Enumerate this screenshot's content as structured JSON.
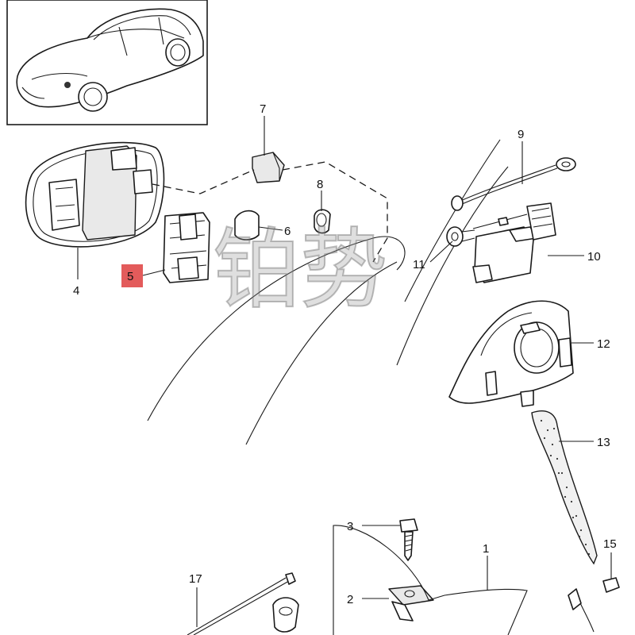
{
  "callouts": [
    {
      "id": "1",
      "label": "1"
    },
    {
      "id": "2",
      "label": "2"
    },
    {
      "id": "3",
      "label": "3"
    },
    {
      "id": "4",
      "label": "4"
    },
    {
      "id": "5",
      "label": "5",
      "highlighted": true
    },
    {
      "id": "6",
      "label": "6"
    },
    {
      "id": "7",
      "label": "7"
    },
    {
      "id": "8",
      "label": "8"
    },
    {
      "id": "9",
      "label": "9"
    },
    {
      "id": "10",
      "label": "10"
    },
    {
      "id": "11",
      "label": "11"
    },
    {
      "id": "12",
      "label": "12"
    },
    {
      "id": "13",
      "label": "13"
    },
    {
      "id": "15",
      "label": "15"
    },
    {
      "id": "17",
      "label": "17"
    }
  ],
  "watermark": {
    "text": "铂势"
  },
  "colors": {
    "highlight_fill": "#e35b5b",
    "line": "#1a1a1a",
    "background": "#ffffff"
  }
}
